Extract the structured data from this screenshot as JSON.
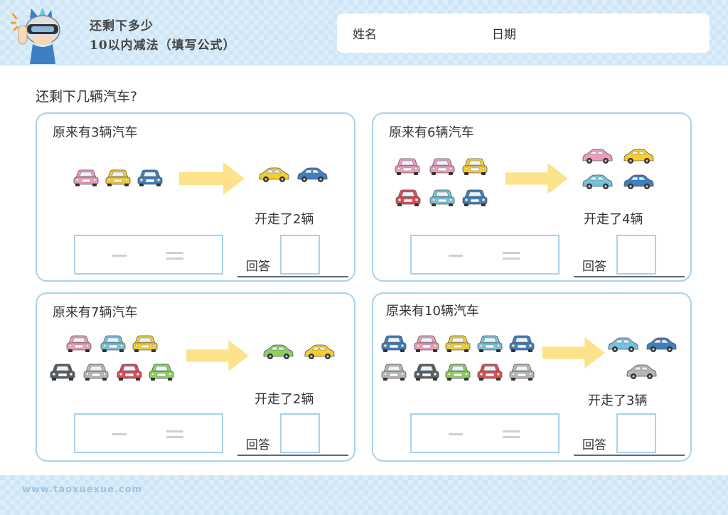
{
  "header": {
    "title_line1": "还剩下多少",
    "title_line2": "10以内减法（填写公式）",
    "name_label": "姓名",
    "date_label": "日期"
  },
  "question": "还剩下几辆汽车?",
  "answer_label": "回答",
  "footer_url": "www.taoxuexue.com",
  "colors": {
    "pink": "#ee9bbb",
    "yellow": "#f7cd2a",
    "blue": "#3e7fc2",
    "lightblue": "#72c3dd",
    "red": "#e04a58",
    "gray": "#b7b7b7",
    "dark": "#585d66",
    "green": "#8ccf62",
    "arrow": "#fde28c",
    "border": "#a8d1ef"
  },
  "panels": [
    {
      "title": "原来有3辆汽车",
      "start": 3,
      "drove_away": 2,
      "drove_text": "开走了2辆",
      "remaining_cars": [
        "pink",
        "yellow",
        "blue"
      ],
      "departed_cars": [
        "yellow",
        "blue"
      ]
    },
    {
      "title": "原来有6辆汽车",
      "start": 6,
      "drove_away": 4,
      "drove_text": "开走了4辆",
      "remaining_cars": [
        "pink",
        "pink",
        "yellow",
        "red",
        "lightblue",
        "blue"
      ],
      "departed_cars": [
        "pink",
        "yellow",
        "lightblue",
        "blue"
      ]
    },
    {
      "title": "原来有7辆汽车",
      "start": 7,
      "drove_away": 2,
      "drove_text": "开走了2辆",
      "remaining_cars": [
        "pink",
        "lightblue",
        "yellow",
        "dark",
        "gray",
        "red",
        "green"
      ],
      "departed_cars": [
        "green",
        "yellow"
      ]
    },
    {
      "title": "原来有10辆汽车",
      "start": 10,
      "drove_away": 3,
      "drove_text": "开走了3辆",
      "remaining_cars": [
        "blue",
        "pink",
        "yellow",
        "lightblue",
        "blue",
        "gray",
        "dark",
        "green",
        "red",
        "gray"
      ],
      "departed_cars": [
        "lightblue",
        "blue",
        "gray"
      ]
    }
  ]
}
